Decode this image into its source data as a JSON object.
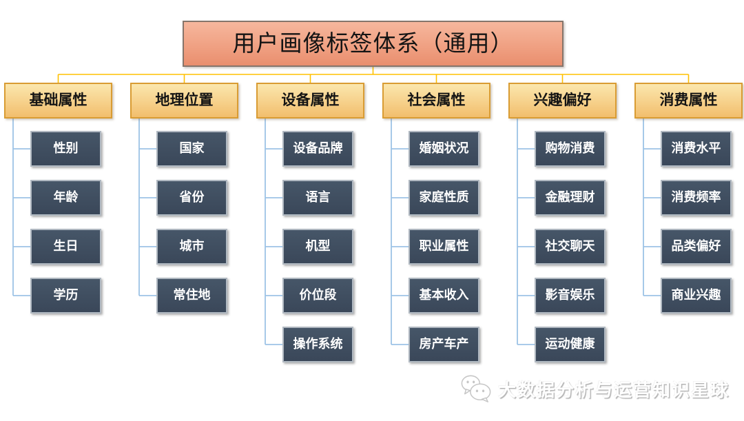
{
  "title": "用户画像标签体系（通用）",
  "tree": {
    "branches": [
      {
        "label": "基础属性",
        "children": [
          "性别",
          "年龄",
          "生日",
          "学历"
        ]
      },
      {
        "label": "地理位置",
        "children": [
          "国家",
          "省份",
          "城市",
          "常住地"
        ]
      },
      {
        "label": "设备属性",
        "children": [
          "设备品牌",
          "语言",
          "机型",
          "价位段",
          "操作系统"
        ]
      },
      {
        "label": "社会属性",
        "children": [
          "婚姻状况",
          "家庭性质",
          "职业属性",
          "基本收入",
          "房产车产"
        ]
      },
      {
        "label": "兴趣偏好",
        "children": [
          "购物消费",
          "金融理财",
          "社交聊天",
          "影音娱乐",
          "运动健康"
        ]
      },
      {
        "label": "消费属性",
        "children": [
          "消费水平",
          "消费频率",
          "品类偏好",
          "商业兴趣"
        ]
      }
    ]
  },
  "watermark": {
    "text": "大数据分析与运营知识星球",
    "icon": "wechat-logo"
  },
  "colors": {
    "title_fill_top": "#F6B79D",
    "title_fill_mid": "#F0A183",
    "title_fill_bottom": "#E98E6E",
    "title_border": "#85756B",
    "category_fill_top": "#FBE7AE",
    "category_fill_bottom": "#F2BE6D",
    "category_border": "#D99C33",
    "leaf_fill_top": "#465668",
    "leaf_fill_bottom": "#3A4759",
    "connector_gold": "#FFC000",
    "connector_blue": "#9DC3E6",
    "text_dark": "#141414",
    "text_light": "#FFFFFF"
  }
}
